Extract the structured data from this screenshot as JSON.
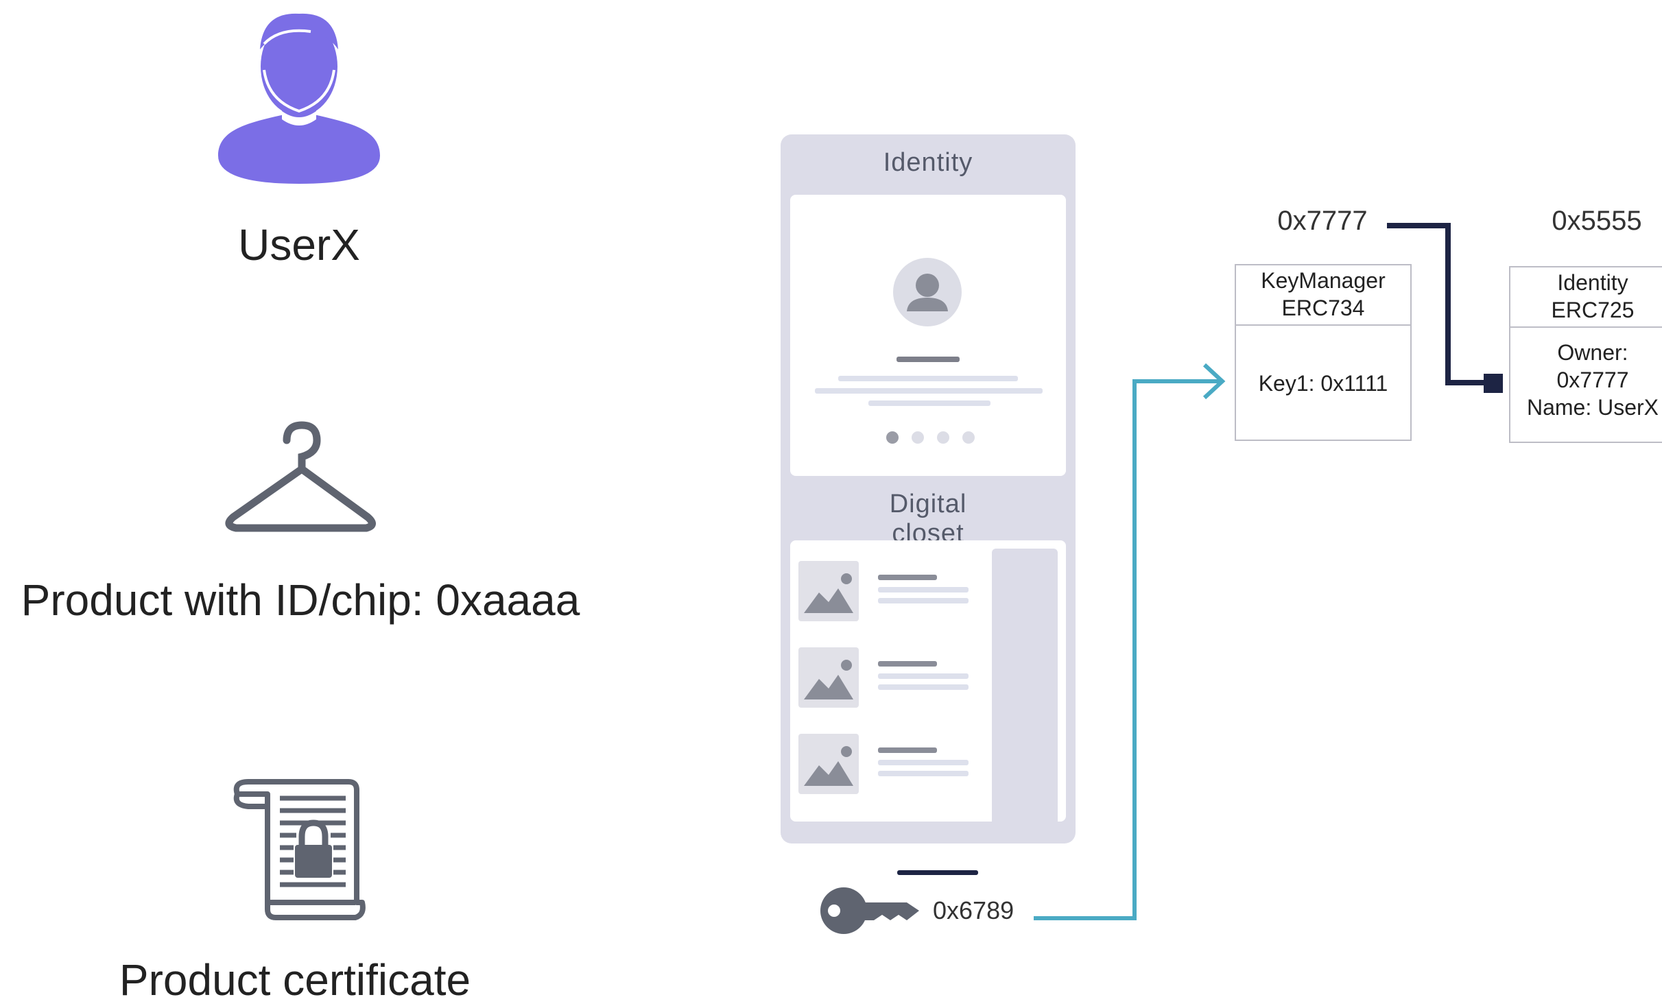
{
  "left": {
    "user_label": "UserX",
    "product_label": "Product with ID/chip: 0xaaaa",
    "certificate_label": "Product certificate"
  },
  "phone": {
    "identity_title": "Identity",
    "closet_title": "Digital closet"
  },
  "key": {
    "address": "0x6789"
  },
  "key_manager": {
    "address": "0x7777",
    "title_line1": "KeyManager",
    "title_line2": "ERC734",
    "key_entry": "Key1: 0x1111"
  },
  "identity_contract": {
    "address": "0x5555",
    "title_line1": "Identity",
    "title_line2": "ERC725",
    "owner_label": "Owner:",
    "owner_value": "0x7777",
    "name_entry": "Name: UserX"
  },
  "colors": {
    "user_purple": "#7b6ee6",
    "icon_gray": "#5f6470",
    "connector_teal": "#4aaac4",
    "connector_navy": "#1d2444"
  }
}
